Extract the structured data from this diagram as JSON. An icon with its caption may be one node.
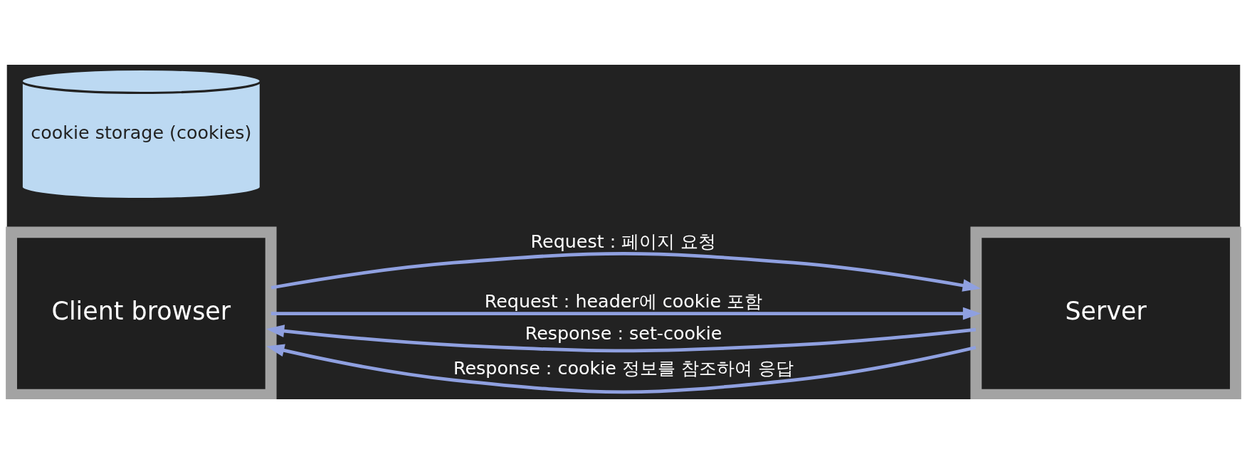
{
  "diagram": {
    "nodes": [
      {
        "text": [
          "Client browser"
        ]
      },
      {
        "text": [
          "Server"
        ]
      },
      {
        "text": [
          "cookie storage (cookies)"
        ]
      }
    ],
    "edges": [
      {
        "from": 0,
        "to": 1,
        "arrow": "to",
        "label": "Request : 페이지 요청"
      },
      {
        "from": 1,
        "to": 0,
        "arrow": "to",
        "label": "Response : set-cookie"
      },
      {
        "from": 0,
        "to": 1,
        "arrow": "to",
        "label": "Request : header에 cookie 포함"
      },
      {
        "from": 1,
        "to": 0,
        "arrow": "to",
        "label": "Response : cookie 정보를 참조하여 응답"
      }
    ]
  }
}
